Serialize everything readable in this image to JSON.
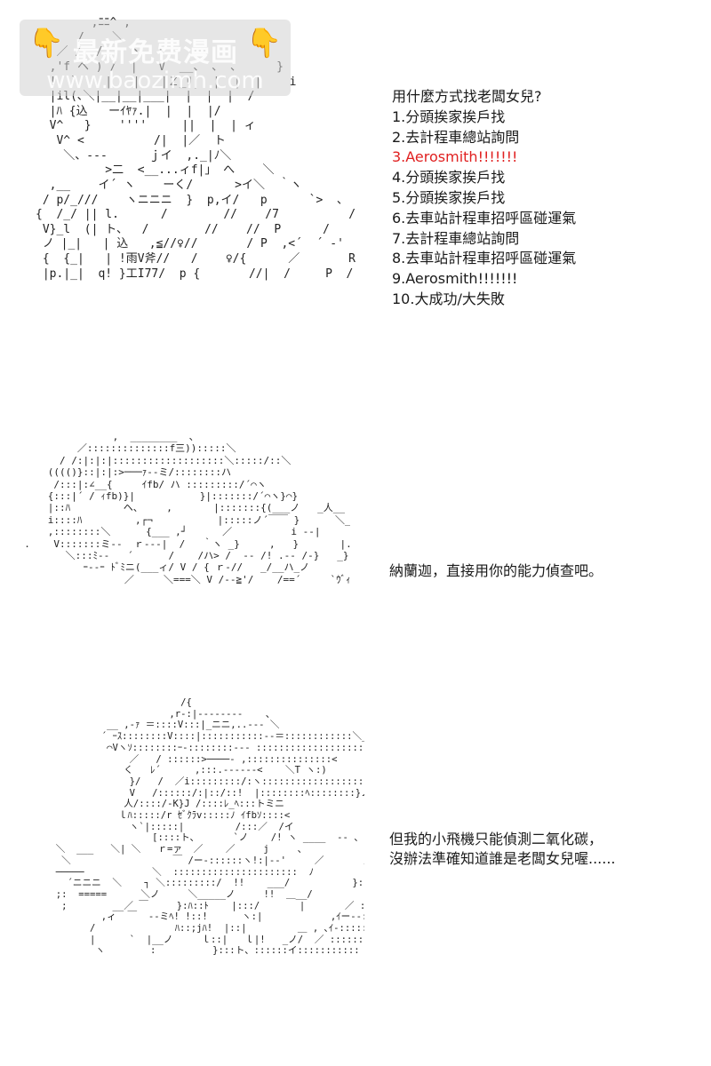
{
  "watermark": {
    "hand_icon": "pointing-down-hand",
    "title": "最新免费漫画",
    "url": "www.baozimh.com"
  },
  "panel1": {
    "question": "用什麼方式找老闆女兒?",
    "options": [
      "1.分頭挨家挨戶找",
      "2.去計程車總站詢問",
      "3.Aerosmith!!!!!!!",
      "4.分頭挨家挨戶找",
      "5.分頭挨家挨戶找",
      "6.去車站計程車招呼區碰運氣",
      "7.去計程車總站詢問",
      "8.去車站計程車招呼區碰運氣",
      "9.Aerosmith!!!!!!!",
      "10.大成功/大失敗"
    ],
    "highlight_color": "#e02020"
  },
  "panel2": {
    "dialogue": "納蘭迦，直接用你的能力偵查吧。"
  },
  "panel3": {
    "dialogue_line1": "但我的小飛機只能偵測二氧化碳，",
    "dialogue_line2": "沒辦法準確知道誰是老闆女兒喔......"
  }
}
